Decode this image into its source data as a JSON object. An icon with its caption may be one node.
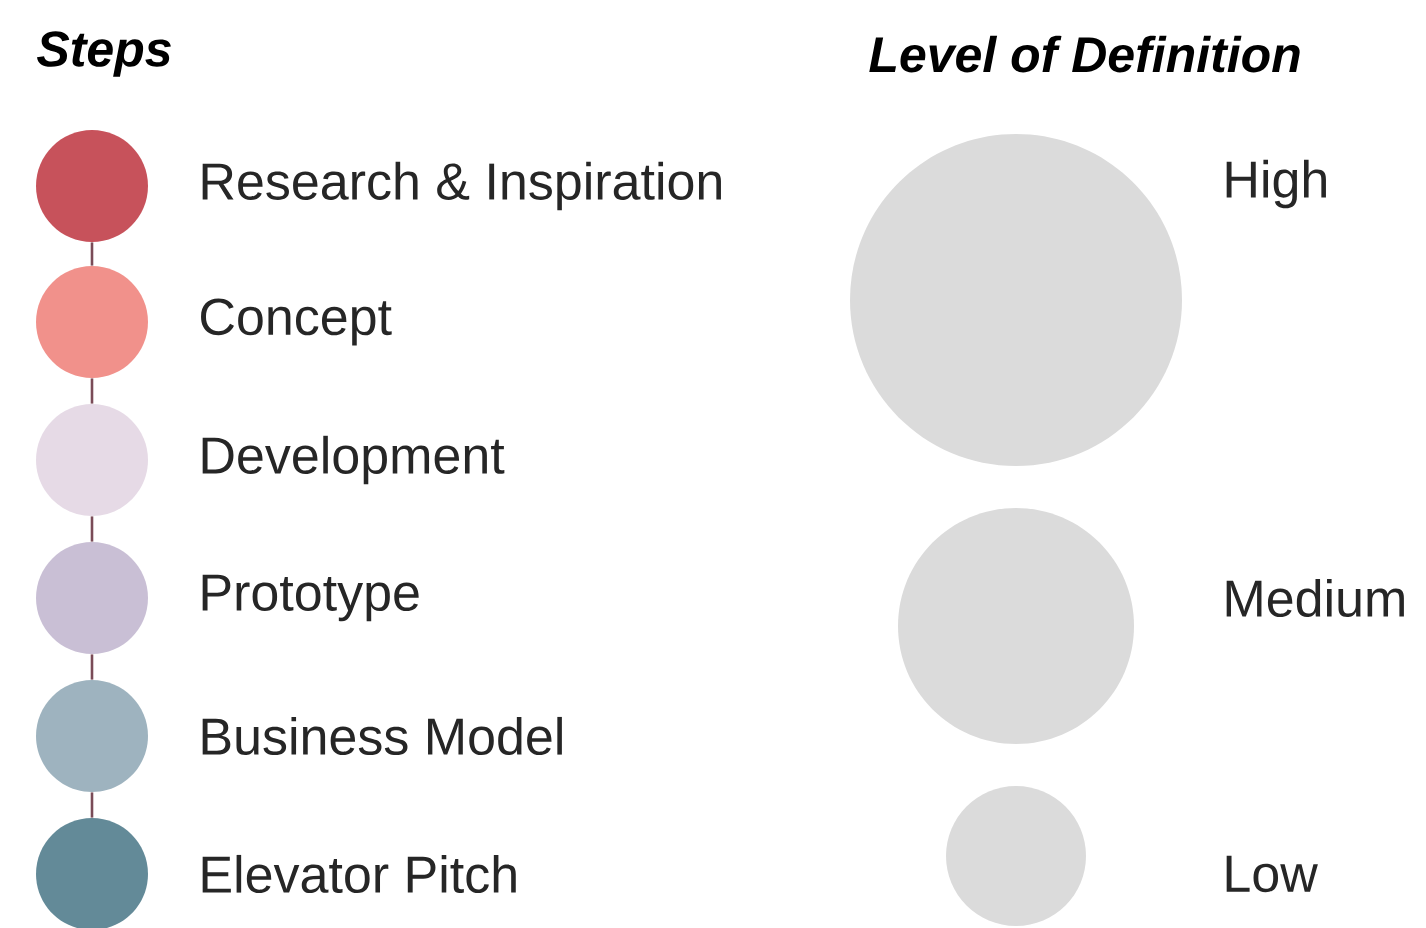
{
  "diagram": {
    "nodes": [
      {
        "text": [],
        "shape": "circle",
        "beside": [
          "Research & Inspiration"
        ]
      },
      {
        "text": [],
        "shape": "circle",
        "beside": [
          "Concept"
        ]
      },
      {
        "text": [],
        "shape": "circle",
        "beside": [
          "Development"
        ]
      },
      {
        "text": [],
        "shape": "circle",
        "beside": [
          "Prototype"
        ]
      },
      {
        "text": [],
        "shape": "circle",
        "beside": [
          "Business Model"
        ]
      },
      {
        "text": [],
        "shape": "circle",
        "beside": [
          "Elevator Pitch"
        ]
      },
      {
        "text": [],
        "shape": "circle",
        "beside": [
          "High"
        ]
      },
      {
        "text": [],
        "shape": "circle",
        "beside": [
          "Medium"
        ]
      },
      {
        "text": [],
        "shape": "circle",
        "beside": [
          "Low"
        ]
      }
    ],
    "edges": [
      {
        "from": 0,
        "to": 1,
        "arrow": "none"
      },
      {
        "from": 1,
        "to": 2,
        "arrow": "none"
      },
      {
        "from": 2,
        "to": 3,
        "arrow": "none"
      },
      {
        "from": 3,
        "to": 4,
        "arrow": "none"
      },
      {
        "from": 4,
        "to": 5,
        "arrow": "none"
      }
    ],
    "labels": [
      "Steps",
      "Level of Definition"
    ]
  }
}
